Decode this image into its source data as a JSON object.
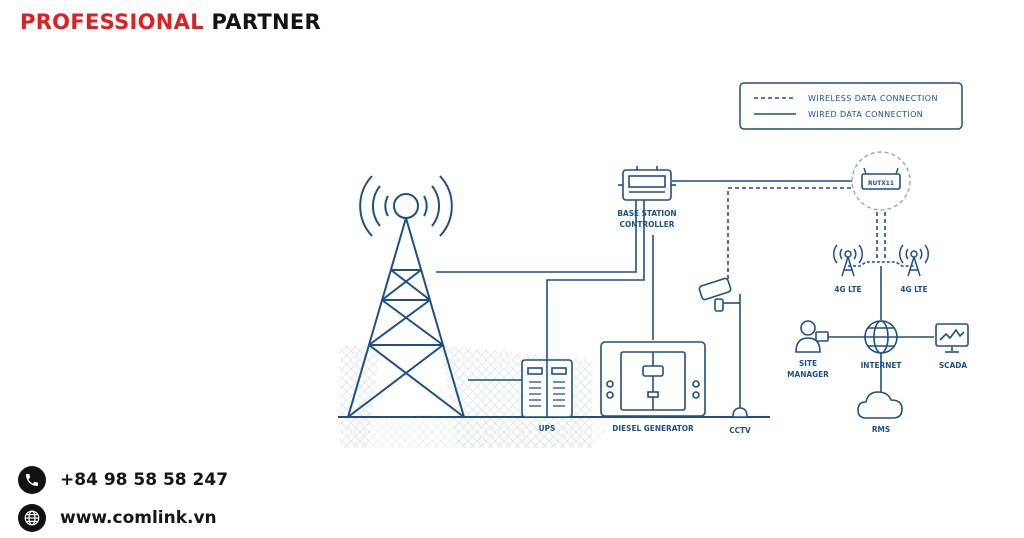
{
  "header": {
    "word1": "PROFESSIONAL",
    "word2": "PARTNER"
  },
  "legend": {
    "wireless": "WIRELESS DATA CONNECTION",
    "wired": "WIRED DATA CONNECTION"
  },
  "labels": {
    "base_station_1": "BASE STATION",
    "base_station_2": "CONTROLLER",
    "router": "RUTX11",
    "lte_left": "4G LTE",
    "lte_right": "4G LTE",
    "site_manager_1": "SITE",
    "site_manager_2": "MANAGER",
    "internet": "INTERNET",
    "scada": "SCADA",
    "rms": "RMS",
    "ups": "UPS",
    "diesel": "DIESEL GENERATOR",
    "cctv": "CCTV"
  },
  "contact": {
    "phone": "+84 98 58 58 247",
    "website": "www.comlink.vn"
  },
  "icons": {
    "phone": "phone-icon",
    "web": "globe-icon",
    "tower": "cell-tower-icon",
    "controller": "base-station-controller-icon",
    "router": "router-icon",
    "antenna": "antenna-icon",
    "globe": "internet-globe-icon",
    "person": "site-manager-icon",
    "monitor": "scada-monitor-icon",
    "cloud": "cloud-icon",
    "ups": "ups-icon",
    "generator": "diesel-generator-icon",
    "camera": "cctv-camera-icon"
  },
  "colors": {
    "accent_red": "#e02020",
    "diagram_blue": "#1f4f86",
    "dark": "#141414"
  }
}
